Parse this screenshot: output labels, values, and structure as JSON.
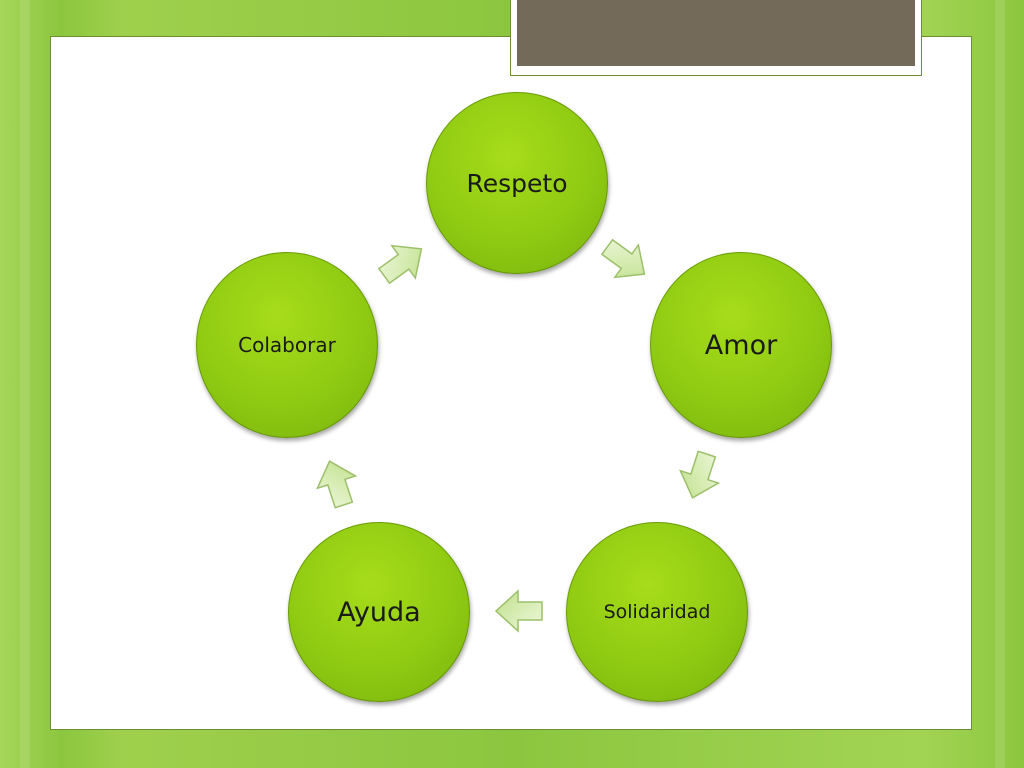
{
  "slide": {
    "title": ""
  },
  "cycle": {
    "nodes": [
      {
        "label": "Respeto"
      },
      {
        "label": "Amor"
      },
      {
        "label": "Solidaridad"
      },
      {
        "label": "Ayuda"
      },
      {
        "label": "Colaborar"
      }
    ]
  },
  "colors": {
    "node_fill": "#8fca12",
    "arrow_fill": "#d9efb7",
    "title_bar": "#736a5a",
    "background": "#8cc63f"
  }
}
